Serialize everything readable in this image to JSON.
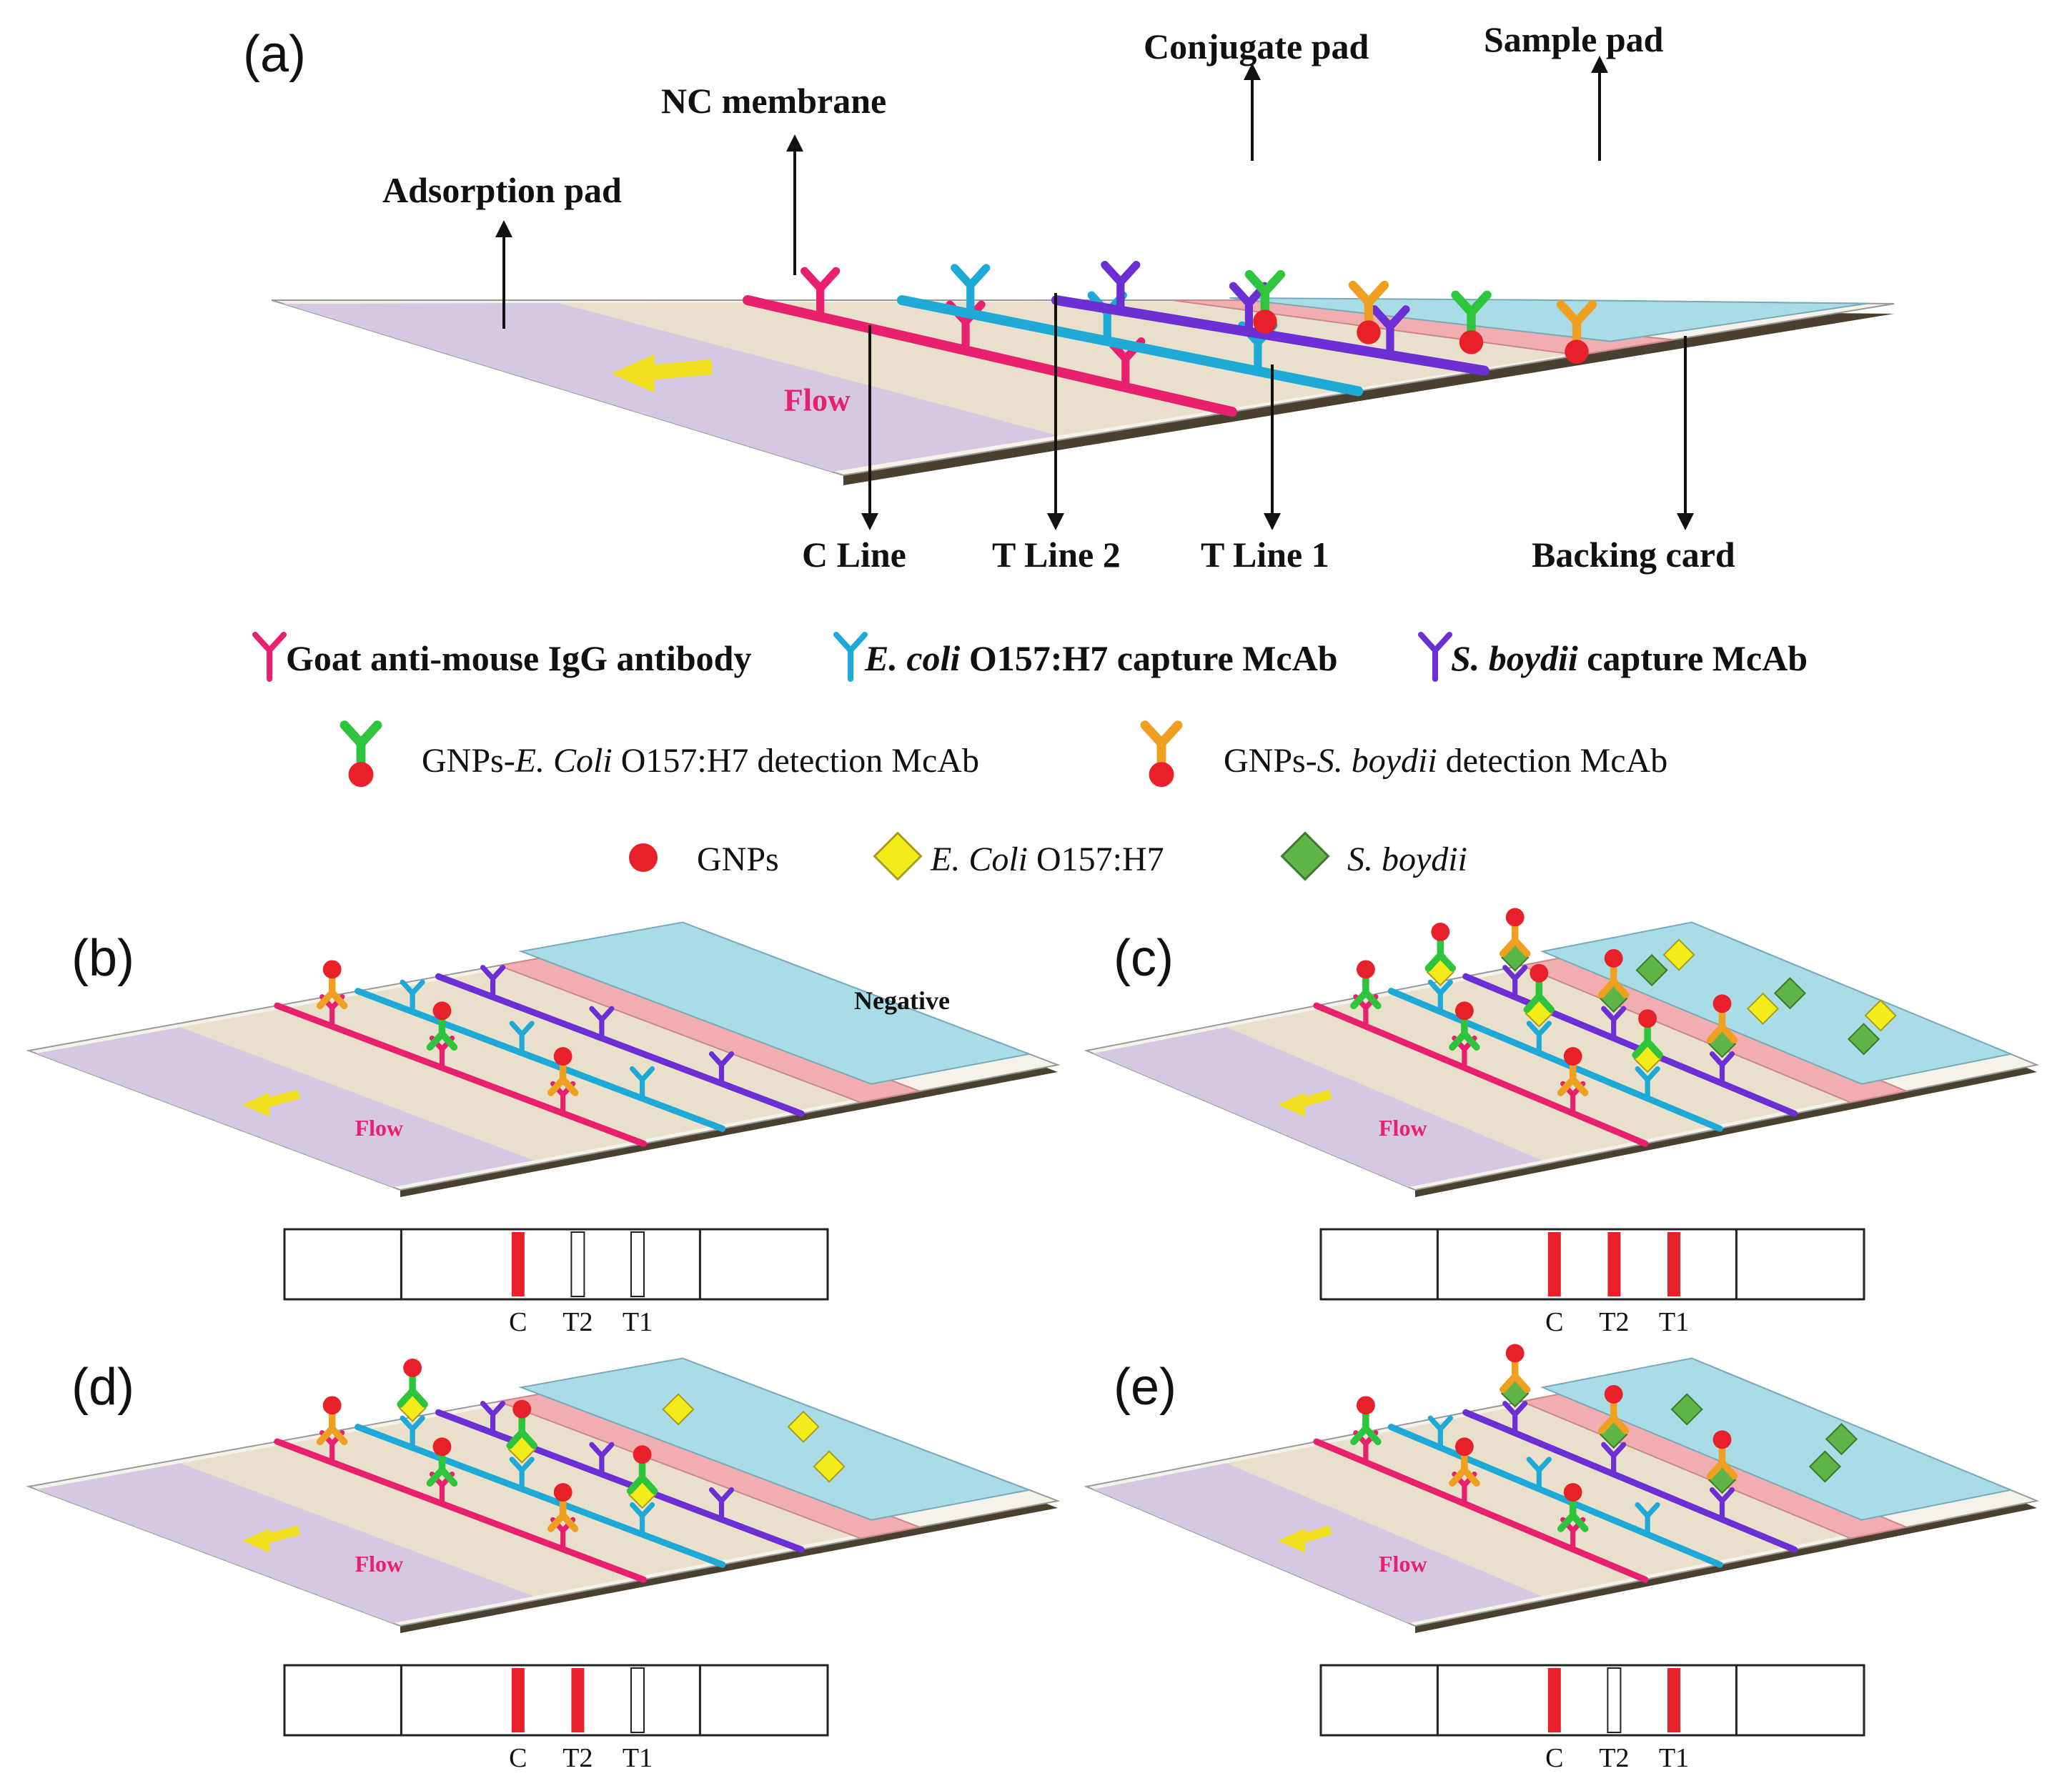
{
  "panels": {
    "a": "(a)",
    "b": "(b)",
    "c": "(c)",
    "d": "(d)",
    "e": "(e)"
  },
  "labels": {
    "adsorption_pad": "Adsorption pad",
    "nc_membrane": "NC membrane",
    "conjugate_pad": "Conjugate pad",
    "sample_pad": "Sample pad",
    "c_line": "C Line",
    "t_line_2": "T Line 2",
    "t_line_1": "T Line 1",
    "backing_card": "Backing card",
    "flow": "Flow",
    "negative": "Negative"
  },
  "legend": {
    "goat": "Goat anti-mouse IgG antibody",
    "ecoli_capture_italic": "E. coli",
    "ecoli_capture_rest": " O157:H7 capture McAb",
    "sboydii_capture_italic": "S. boydii",
    "sboydii_capture_rest": " capture McAb",
    "gnp_ecoli_pre": "GNPs-",
    "gnp_ecoli_italic": "E. Coli",
    "gnp_ecoli_rest": " O157:H7 detection McAb",
    "gnp_sboydii_pre": "GNPs-",
    "gnp_sboydii_italic": "S. boydii",
    "gnp_sboydii_rest": " detection McAb",
    "gnps": "GNPs",
    "ecoli_italic": "E. Coli",
    "ecoli_rest": " O157:H7",
    "sboydii": "S. boydii"
  },
  "strip_labels": {
    "c": "C",
    "t2": "T2",
    "t1": "T1"
  },
  "results": {
    "b": {
      "C": "positive",
      "T2": "negative",
      "T1": "negative"
    },
    "c": {
      "C": "positive",
      "T2": "positive",
      "T1": "positive"
    },
    "d": {
      "C": "positive",
      "T2": "positive",
      "T1": "negative"
    },
    "e": {
      "C": "positive",
      "T2": "negative",
      "T1": "positive"
    }
  },
  "colors": {
    "adsorption_pad": "#d5c8e2",
    "nc_membrane": "#e8e0cb",
    "conjugate_pad": "#f1aeb0",
    "sample_pad": "#a9dce6",
    "backing_card": "#4a4030",
    "goat_antibody": "#e8206e",
    "ecoli_antibody": "#1fa9d6",
    "sboydii_antibody": "#6b2fd4",
    "gnp_ecoli_detection": "#2ec43c",
    "gnp_sboydii_detection": "#f0a020",
    "gnps": "#e8202a",
    "ecoli_diamond": "#f4ec1a",
    "sboydii_diamond": "#5fb548",
    "flow_arrow": "#f2e020",
    "flow_text": "#e8206e",
    "positive_line": "#e8202a"
  }
}
